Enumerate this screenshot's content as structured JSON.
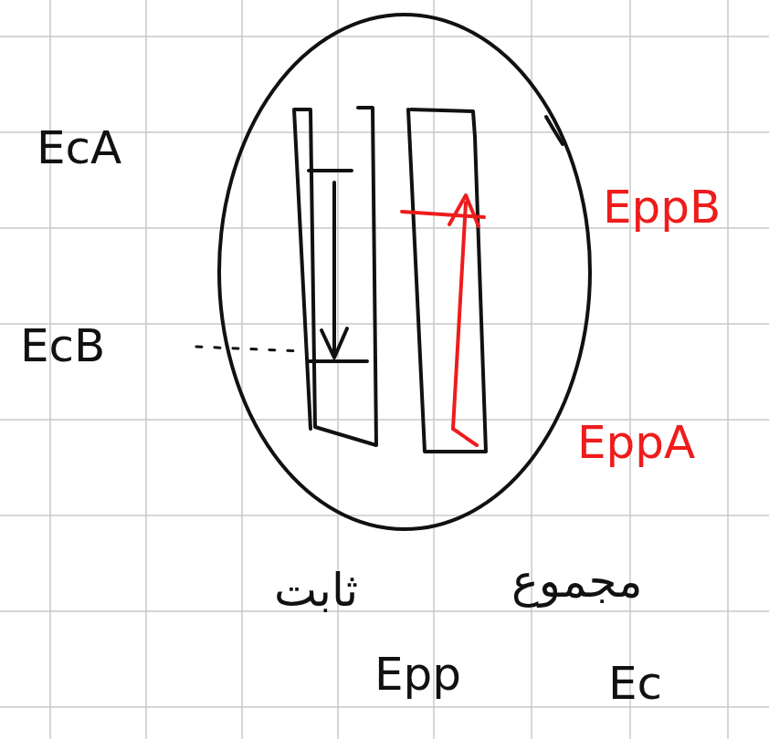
{
  "diagram": {
    "labels": [
      "EcA",
      "EcB",
      "EppB",
      "EppA",
      "ثابت",
      "مجموع",
      "Epp",
      "Ec"
    ]
  }
}
